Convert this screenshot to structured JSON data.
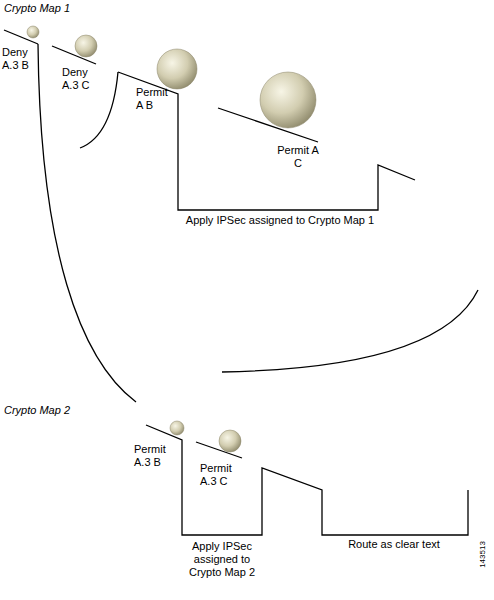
{
  "diagram": {
    "labels": [
      "Crypto Map 1",
      "Deny A.3 B",
      "Deny A.3 C",
      "Permit A B",
      "Permit A C",
      "Apply IPSec assigned to Crypto Map 1",
      "Crypto Map 2",
      "Permit A.3 B",
      "Permit A.3 C",
      "Apply IPSec assigned to Crypto Map 2",
      "Route as clear text",
      "143513"
    ]
  }
}
